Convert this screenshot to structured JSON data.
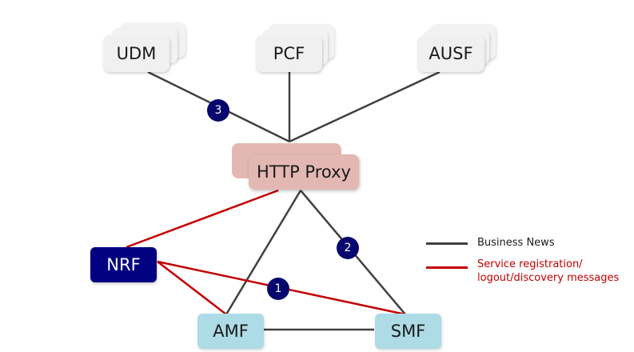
{
  "nodes": {
    "udm": "UDM",
    "pcf": "PCF",
    "ausf": "AUSF",
    "http_proxy": "HTTP Proxy",
    "nrf": "NRF",
    "amf": "AMF",
    "smf": "SMF"
  },
  "badges": {
    "one": "1",
    "two": "2",
    "three": "3"
  },
  "legend": {
    "business": "Business News",
    "service_line1": "Service registration/",
    "service_line2": "logout/discovery messages"
  },
  "colors": {
    "business_line": "#404040",
    "service_line": "#c00000",
    "service_text": "#c00000",
    "badge": "#06066e",
    "nrf": "#000080",
    "proxy": "#e3b8b3",
    "amf_smf": "#addbe6",
    "stack": "#f0f0f0"
  }
}
